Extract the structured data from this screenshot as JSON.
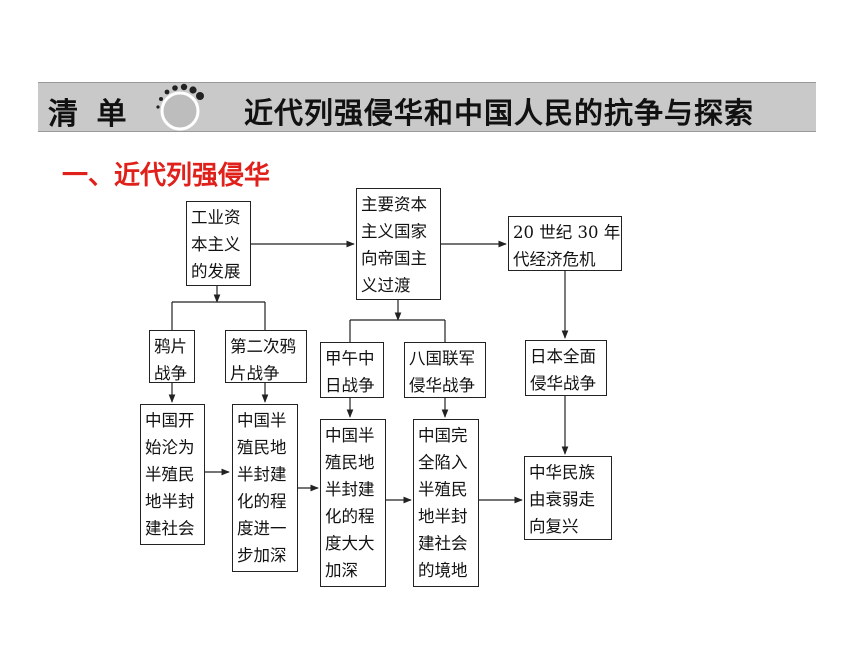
{
  "banner": {
    "left_label": "清 单",
    "title": "近代列强侵华和中国人民的抗争与探索"
  },
  "section": {
    "title": "一、近代列强侵华"
  },
  "nodes": {
    "industrial": [
      "工业资",
      "本主义",
      "的发展"
    ],
    "imperialism": [
      "主要资本",
      "主义国家",
      "向帝国主",
      "义过渡"
    ],
    "crisis": [
      "20 世纪 30 年",
      "代经济危机"
    ],
    "opium1": [
      "鸦片",
      "战争"
    ],
    "opium2": [
      "第二次鸦",
      "片战争"
    ],
    "sinojapan": [
      "甲午中",
      "日战争"
    ],
    "eightnations": [
      "八国联军",
      "侵华战争"
    ],
    "japan_invasion": [
      "日本全面",
      "侵华战争"
    ],
    "result1": [
      "中国开",
      "始沦为",
      "半殖民",
      "地半封",
      "建社会"
    ],
    "result2": [
      "中国半",
      "殖民地",
      "半封建",
      "化的程",
      "度进一",
      "步加深"
    ],
    "result3": [
      "中国半",
      "殖民地",
      "半封建",
      "化的程",
      "度大大",
      "加深"
    ],
    "result4": [
      "中国完",
      "全陷入",
      "半殖民",
      "地半封",
      "建社会",
      "的境地"
    ],
    "result5": [
      "中华民族",
      "由衰弱走",
      "向复兴"
    ]
  }
}
